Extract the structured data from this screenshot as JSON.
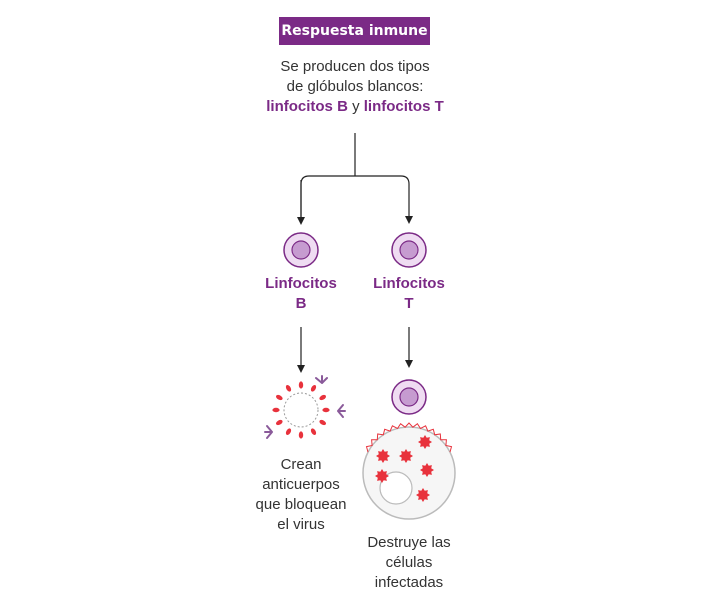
{
  "title": "Respuesta inmune",
  "intro": {
    "line1": "Se producen dos tipos",
    "line2": "de glóbulos blancos:",
    "b_label": "linfocitos B",
    "connector": "y",
    "t_label": "linfocitos T"
  },
  "branches": {
    "b": {
      "label_line1": "Linfocitos",
      "label_line2": "B",
      "caption": [
        "Crean",
        "anticuerpos",
        "que bloquean",
        "el virus"
      ]
    },
    "t": {
      "label_line1": "Linfocitos",
      "label_line2": "T",
      "caption": [
        "Destruye las",
        "células",
        "infectadas"
      ]
    }
  },
  "colors": {
    "accent": "#7b2a86",
    "cell_outer": "#efdcf2",
    "cell_inner": "#c69bd0",
    "virus_red": "#e8323c",
    "antibody": "#8a5a9a",
    "line": "#222222"
  },
  "icons": [
    "b-lymphocyte-cell-icon",
    "t-lymphocyte-cell-icon",
    "virus-with-antibodies-icon",
    "infected-cell-icon"
  ]
}
